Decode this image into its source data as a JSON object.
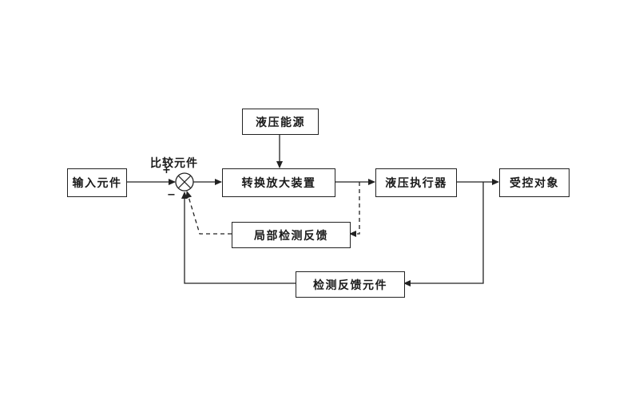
{
  "diagram": {
    "type": "block-diagram",
    "subject": "hydraulic-servo-control-system",
    "nodes": {
      "hydraulic_power": {
        "label": "液压能源"
      },
      "input_element": {
        "label": "输入元件"
      },
      "comparator": {
        "label": "比较元件"
      },
      "converter_amplifier": {
        "label": "转换放大装置"
      },
      "hydraulic_actuator": {
        "label": "液压执行器"
      },
      "controlled_object": {
        "label": "受控对象"
      },
      "local_feedback": {
        "label": "局部检测反馈"
      },
      "feedback_element": {
        "label": "检测反馈元件"
      }
    },
    "signs": {
      "input_sign": "+",
      "feedback_sign": "−"
    },
    "colors": {
      "line": "#222222",
      "background": "#ffffff",
      "text": "#1a1a1a"
    }
  }
}
